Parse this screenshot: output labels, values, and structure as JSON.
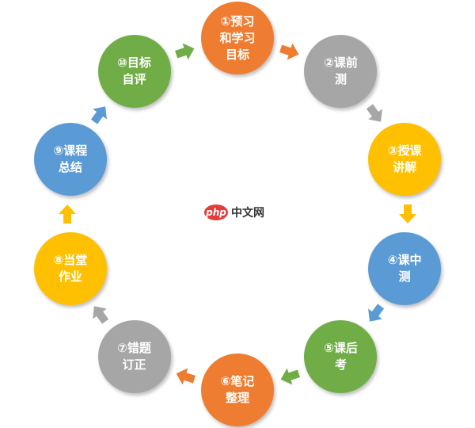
{
  "diagram": {
    "nodes": [
      {
        "label": "①预习\n和学习\n目标",
        "color": "#ee7d31"
      },
      {
        "label": "②课前\n测",
        "color": "#a6a6a6"
      },
      {
        "label": "③授课\n讲解",
        "color": "#fec000"
      },
      {
        "label": "④课中\n测",
        "color": "#5b9bd5"
      },
      {
        "label": "⑤课后\n考",
        "color": "#70ad47"
      },
      {
        "label": "⑥笔记\n整理",
        "color": "#ee7d31"
      },
      {
        "label": "⑦错题\n订正",
        "color": "#a6a6a6"
      },
      {
        "label": "⑧当堂\n作业",
        "color": "#fec000"
      },
      {
        "label": "⑨课程\n总结",
        "color": "#5b9bd5"
      },
      {
        "label": "⑩目标\n自评",
        "color": "#70ad47"
      }
    ],
    "arrows": [
      {
        "from": 1,
        "to": 2,
        "color": "#ee7d31"
      },
      {
        "from": 2,
        "to": 3,
        "color": "#a6a6a6"
      },
      {
        "from": 3,
        "to": 4,
        "color": "#fec000"
      },
      {
        "from": 4,
        "to": 5,
        "color": "#5b9bd5"
      },
      {
        "from": 5,
        "to": 6,
        "color": "#70ad47"
      },
      {
        "from": 6,
        "to": 7,
        "color": "#ee7d31"
      },
      {
        "from": 7,
        "to": 8,
        "color": "#a6a6a6"
      },
      {
        "from": 8,
        "to": 9,
        "color": "#fec000"
      },
      {
        "from": 9,
        "to": 10,
        "color": "#5b9bd5"
      },
      {
        "from": 10,
        "to": 1,
        "color": "#70ad47"
      }
    ]
  },
  "watermark": {
    "logo": "php",
    "text": "中文网"
  }
}
